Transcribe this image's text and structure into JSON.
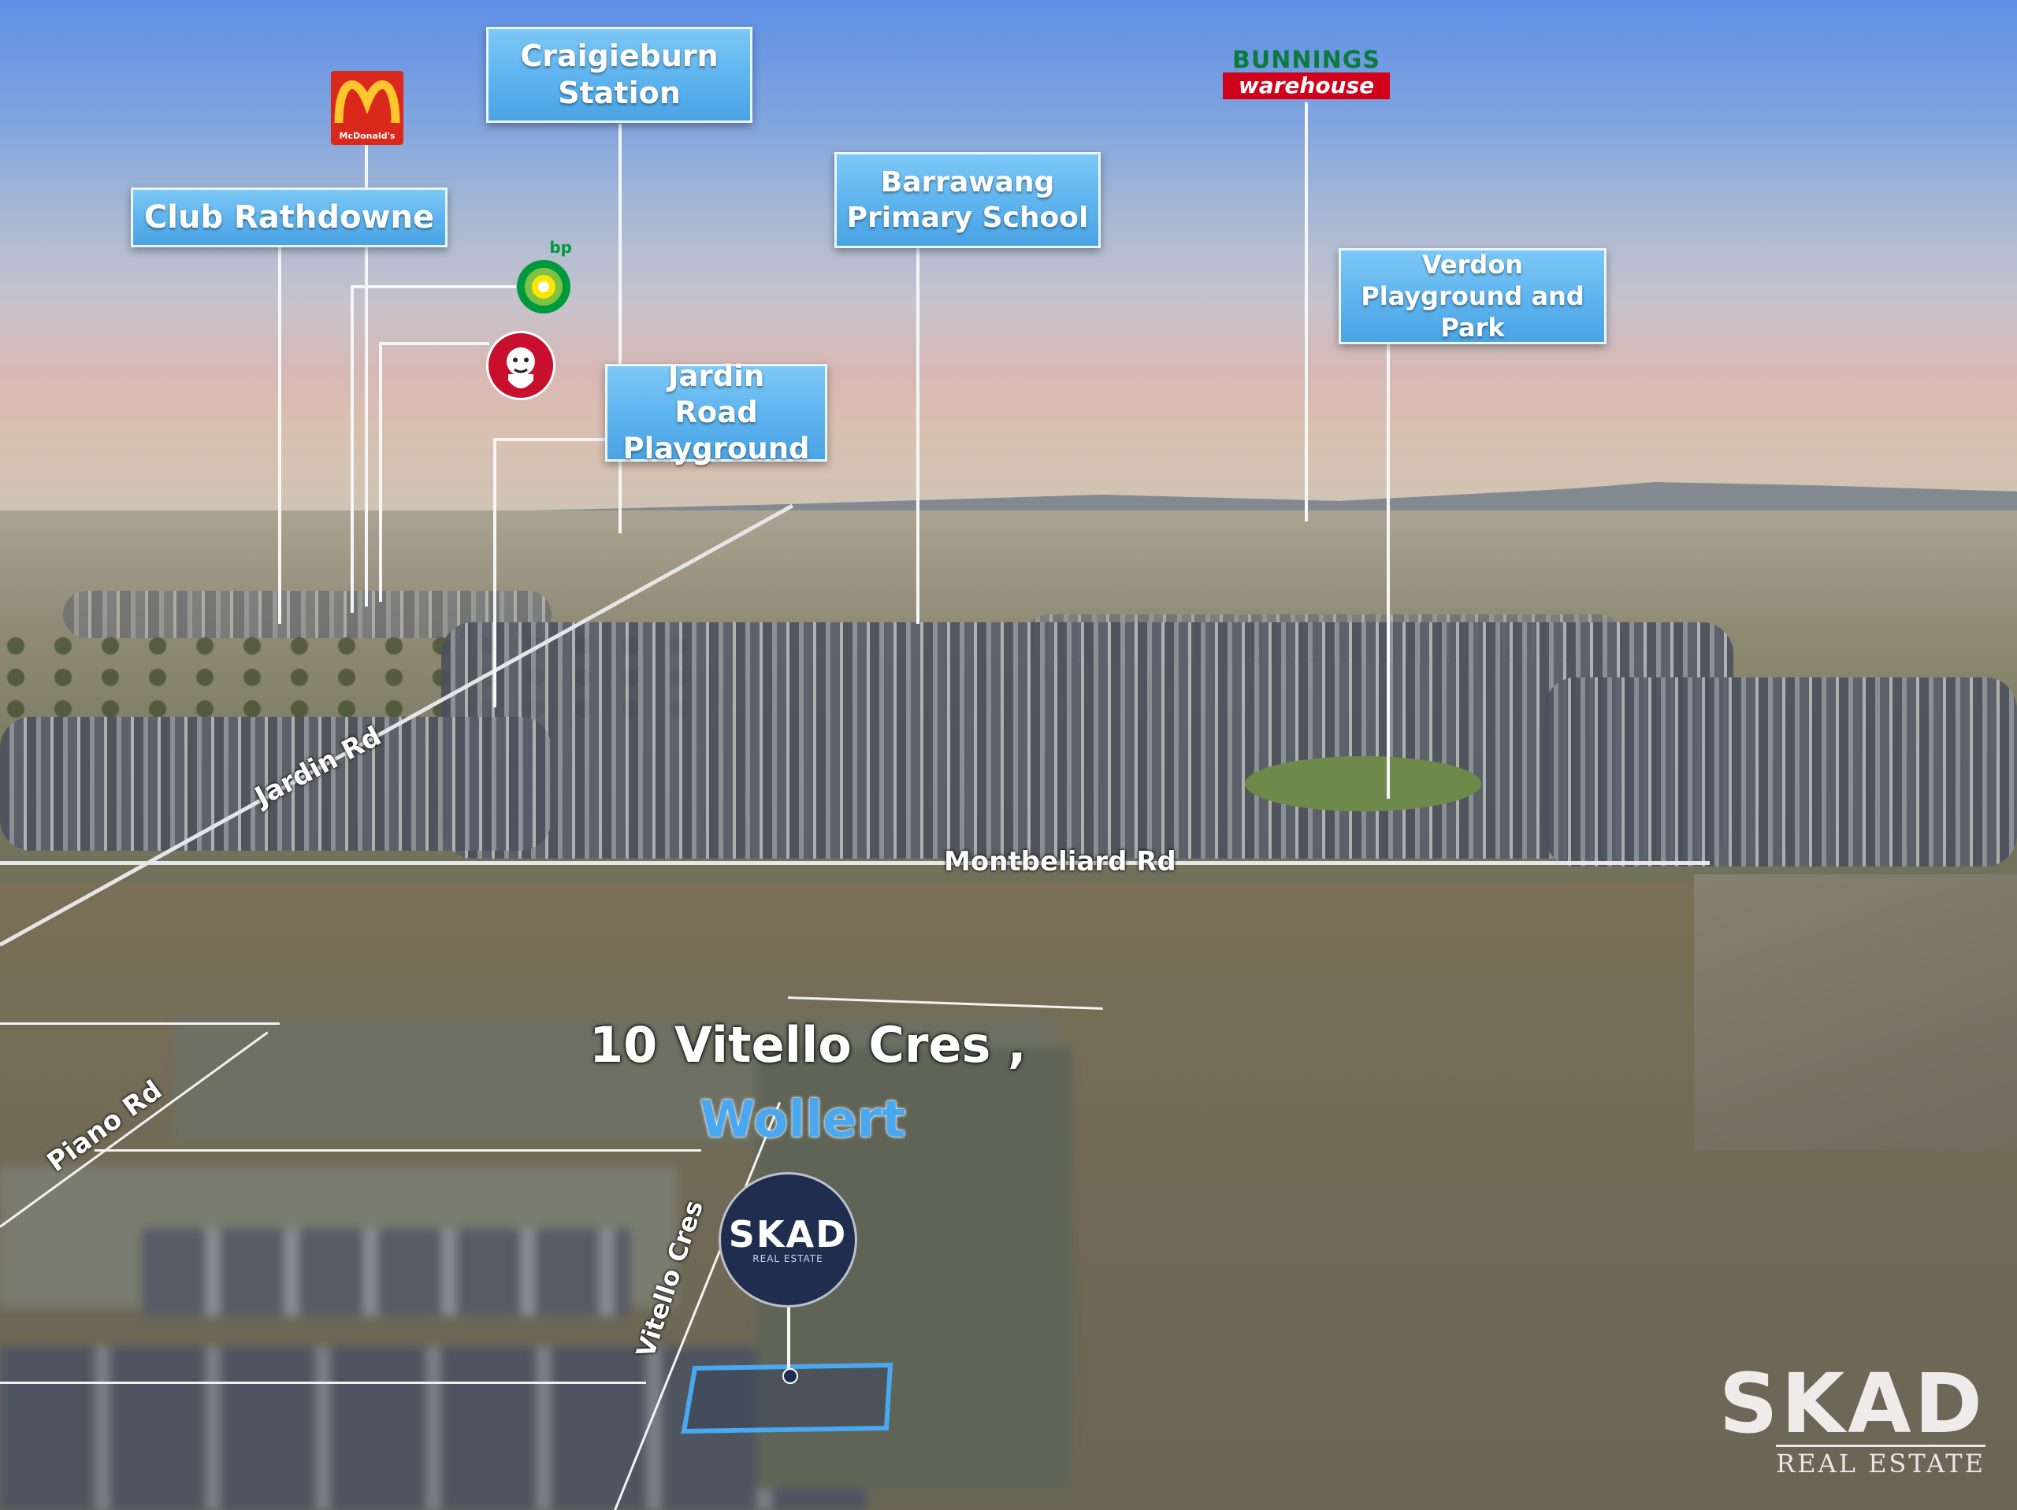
{
  "labels": {
    "club_rathdowne": "Club Rathdowne",
    "craigieburn_station": "Craigieburn Station",
    "barrawang_school": "Barrawang Primary School",
    "jardin_road_playground": "Jardin Road Playground",
    "verdon_playground": "Verdon Playground and Park"
  },
  "roads": {
    "jardin": "Jardin Rd",
    "montbeliard": "Montbeliard Rd",
    "piano": "Piano Rd",
    "vitello": "Vitello Cres"
  },
  "address": {
    "line1": "10 Vitello Cres ,",
    "line2": "Wollert"
  },
  "brand_marks": {
    "mcdonalds": "McDonald's",
    "bp": "bp",
    "bunnings_top": "BUNNINGS",
    "bunnings_bottom": "warehouse",
    "skad_badge": "SKAD",
    "skad_badge_sub": "REAL ESTATE",
    "skad_watermark": "SKAD",
    "skad_watermark_sub": "REAL ESTATE"
  },
  "colors": {
    "label_blue": "#5db3ee",
    "address_blue": "#4aa8f0",
    "mcd_red": "#da291c",
    "mcd_yellow": "#ffc72c",
    "bp_green": "#009a3e",
    "kfc_red": "#c8102e",
    "bunnings_red": "#d0021b",
    "bunnings_green": "#0b7a3e",
    "skad_navy": "#1f2d4f"
  },
  "icons": [
    "mcdonalds-logo",
    "bp-logo",
    "kfc-logo",
    "bunnings-logo",
    "skad-badge",
    "skad-watermark"
  ]
}
